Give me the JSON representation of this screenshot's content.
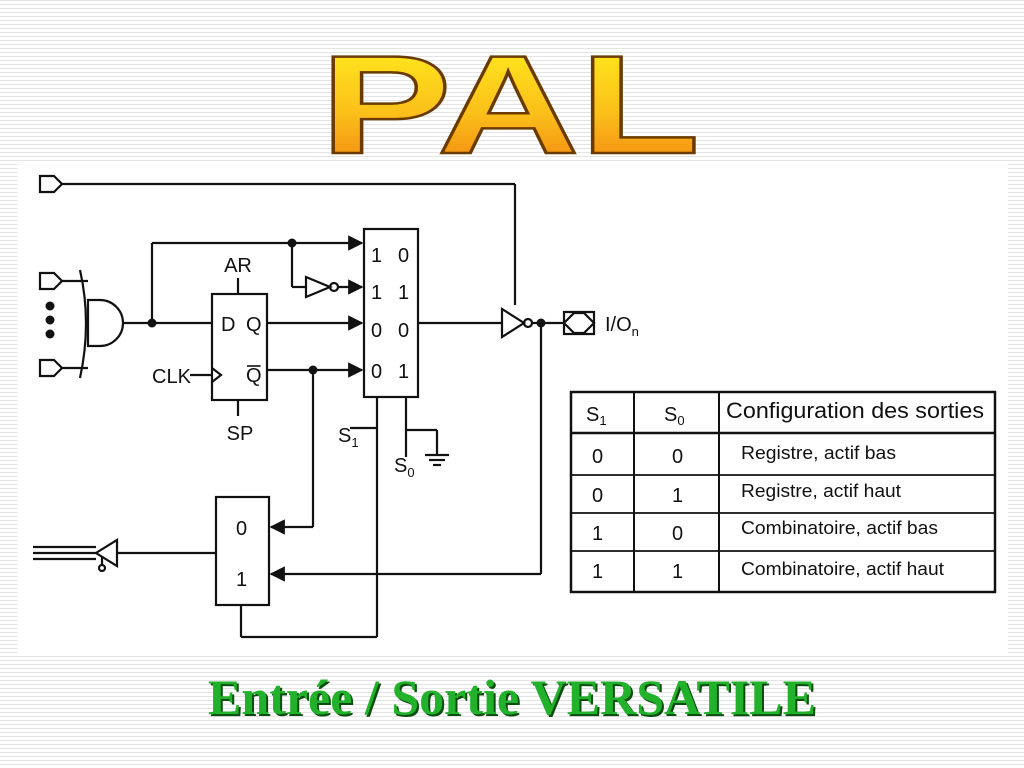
{
  "title": "PAL",
  "subtitle": "Entrée / Sortie VERSATILE",
  "colors": {
    "title_top": "#fff41e",
    "title_bottom": "#f07a10",
    "subtitle": "#22b12a"
  },
  "diagram": {
    "flipflop": {
      "ar": "AR",
      "sp": "SP",
      "d": "D",
      "q": "Q",
      "qbar": "Q",
      "clk": "CLK"
    },
    "mux4": {
      "rows": [
        {
          "a": "1",
          "b": "0"
        },
        {
          "a": "1",
          "b": "1"
        },
        {
          "a": "0",
          "b": "0"
        },
        {
          "a": "0",
          "b": "1"
        }
      ]
    },
    "mux2": {
      "in0": "0",
      "in1": "1"
    },
    "select": {
      "s1": "S",
      "s1_sub": "1",
      "s0": "S",
      "s0_sub": "0"
    },
    "io": {
      "label": "I/O",
      "sub": "n"
    }
  },
  "table": {
    "headers": [
      {
        "main": "S",
        "sub": "1"
      },
      {
        "main": "S",
        "sub": "0"
      },
      {
        "main": "Configuration des sorties",
        "sub": ""
      }
    ],
    "rows": [
      [
        "0",
        "0",
        "Registre, actif bas"
      ],
      [
        "0",
        "1",
        "Registre, actif haut"
      ],
      [
        "1",
        "0",
        "Combinatoire, actif bas"
      ],
      [
        "1",
        "1",
        "Combinatoire, actif haut"
      ]
    ]
  }
}
